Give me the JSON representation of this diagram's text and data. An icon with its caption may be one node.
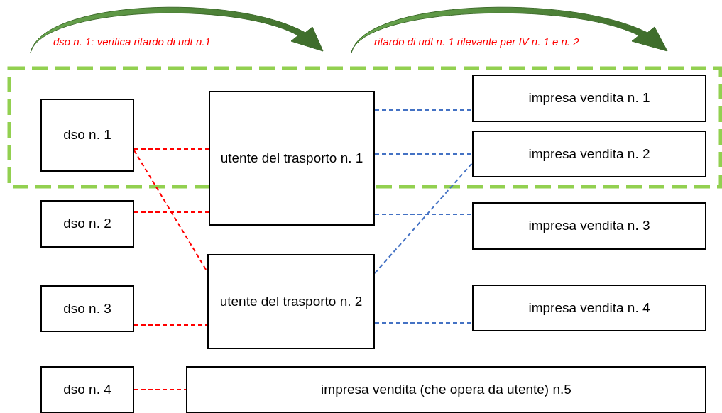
{
  "diagram": {
    "nodes": [
      {
        "text": [
          "dso  n. 1"
        ]
      },
      {
        "text": [
          "dso n. 2"
        ]
      },
      {
        "text": [
          "dso n. 3"
        ]
      },
      {
        "text": [
          "dso n. 4"
        ]
      },
      {
        "text": [
          "utente del trasporto n. 1"
        ]
      },
      {
        "text": [
          "utente del trasporto n. 2"
        ]
      },
      {
        "text": [
          "impresa vendita n. 1"
        ]
      },
      {
        "text": [
          "impresa vendita n. 2"
        ]
      },
      {
        "text": [
          "impresa vendita n. 3"
        ]
      },
      {
        "text": [
          "impresa vendita n. 4"
        ]
      },
      {
        "text": [
          "impresa vendita (che opera da utente) n.5"
        ]
      }
    ],
    "edges": [
      {
        "from": 0,
        "to": 4,
        "arrow": "none",
        "style": "dashed",
        "color": "#ff0000"
      },
      {
        "from": 1,
        "to": 4,
        "arrow": "none",
        "style": "dashed",
        "color": "#ff0000"
      },
      {
        "from": 0,
        "to": 5,
        "arrow": "none",
        "style": "dashed",
        "color": "#ff0000"
      },
      {
        "from": 2,
        "to": 5,
        "arrow": "none",
        "style": "dashed",
        "color": "#ff0000"
      },
      {
        "from": 3,
        "to": 10,
        "arrow": "none",
        "style": "dashed",
        "color": "#ff0000"
      },
      {
        "from": 4,
        "to": 6,
        "arrow": "none",
        "style": "dashed",
        "color": "#4472c4"
      },
      {
        "from": 4,
        "to": 7,
        "arrow": "none",
        "style": "dashed",
        "color": "#4472c4"
      },
      {
        "from": 4,
        "to": 8,
        "arrow": "none",
        "style": "dashed",
        "color": "#4472c4"
      },
      {
        "from": 5,
        "to": 7,
        "arrow": "none",
        "style": "dashed",
        "color": "#4472c4"
      },
      {
        "from": 5,
        "to": 9,
        "arrow": "none",
        "style": "dashed",
        "color": "#4472c4"
      }
    ],
    "labels": [
      "dso n. 1: verifica ritardo di udt n.1",
      "ritardo di udt n. 1 rilevante per IV n. 1 e n. 2"
    ]
  }
}
